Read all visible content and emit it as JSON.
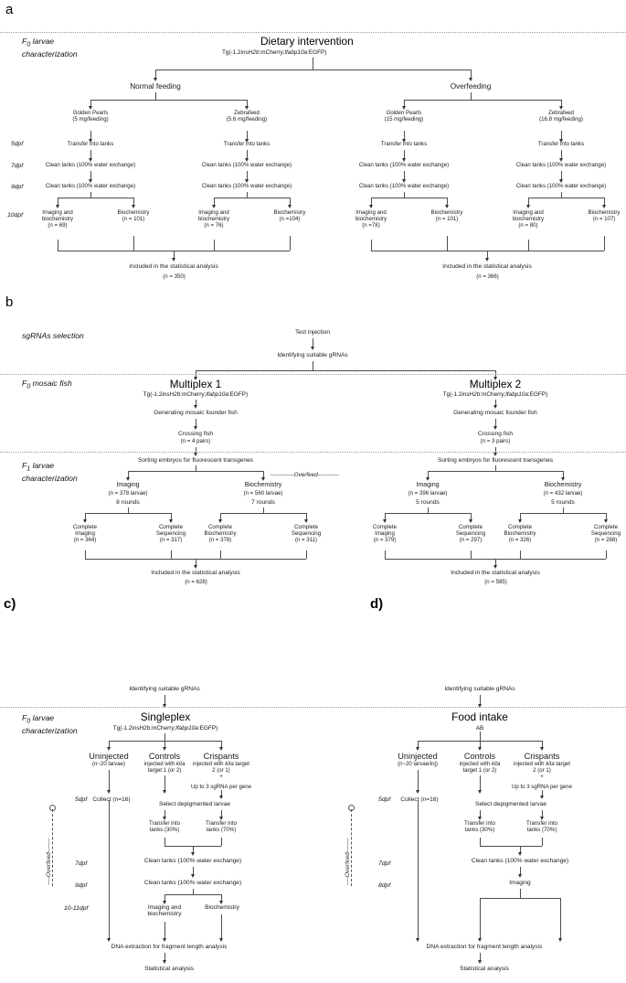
{
  "figure": {
    "panels": [
      "a",
      "b",
      "c)",
      "d)"
    ],
    "transgene": "Tg(-1.2insH2b:mCherry;lfabp10a:EGFP)",
    "transgene_singleplex": "Tg(-1.2insH2b:mCherry;lfabp10a:EGFP)"
  },
  "panel_a": {
    "letter": "a",
    "stage_label_line1": "F0 larvae",
    "stage_label_line2": "characterization",
    "root_title": "Dietary intervention",
    "root_sub": "Tg(-1.2insH2b:mCherry;lfabp10a:EGFP)",
    "branches": [
      {
        "label": "Normal feeding"
      },
      {
        "label": "Overfeeding"
      }
    ],
    "diets": [
      {
        "name": "Golden Pearls",
        "dose": "(5 mg/feeding)"
      },
      {
        "name": "Zebrafeed",
        "dose": "(5.6 mg/feeding)"
      },
      {
        "name": "Golden Pearls",
        "dose": "(15 mg/feeding)"
      },
      {
        "name": "Zebrafeed",
        "dose": "(16.8 mg/feeding)"
      }
    ],
    "dpf_labels": [
      "5dpf",
      "7dpf",
      "9dpf",
      "10dpf"
    ],
    "transfer_step": "Transfer into tanks",
    "clean_step": "Clean tanks (100% water exchange)",
    "endpoints": [
      {
        "line1": "Imaging and",
        "line2": "biochemistry",
        "n": "(n = 69)"
      },
      {
        "line1": "Biochemistry",
        "line2": "",
        "n": "(n = 101)"
      },
      {
        "line1": "Imaging and",
        "line2": "biochemistry",
        "n": "(n = 76)"
      },
      {
        "line1": "Biochemistry",
        "line2": "",
        "n": "(n =104)"
      },
      {
        "line1": "Imaging and",
        "line2": "biochemistry",
        "n": "(n =78)"
      },
      {
        "line1": "Biochemistry",
        "line2": "",
        "n": "(n = 101)"
      },
      {
        "line1": "Imaging and",
        "line2": "biochemistry",
        "n": "(n = 80)"
      },
      {
        "line1": "Biochemistry",
        "line2": "",
        "n": "(n = 107)"
      }
    ],
    "included_label": "Included in the statistical analysis",
    "included_left_n": "(n = 350)",
    "included_right_n": "(n = 366)"
  },
  "panel_b": {
    "letter": "b",
    "stage_label_sgrna": "sgRNAs selection",
    "stage_label_f0_line1": "F0 mosaic fish",
    "stage_label_f1_line1": "F1 larvae",
    "stage_label_f1_line2": "characterization",
    "test_injection": "Test injection",
    "identifying": "Identifying suitable gRNAs",
    "multiplex_left": "Multiplex 1",
    "multiplex_right": "Multiplex 2",
    "multiplex_sub": "Tg(-1.2insH2b:mCherry;lfabp10a:EGFP)",
    "generating": "Generating mosaic founder fish",
    "crossing": "Crossing fish",
    "crossing_left_n": "(n = 4 pairs)",
    "crossing_right_n": "(n = 3 pairs)",
    "sorting": "Sorting embryos for fluorescent transgenes",
    "overfeed_marker": "------------Overfeed-----------",
    "assays": [
      {
        "name": "Imaging",
        "n": "(n = 378 larvae)",
        "rounds": "8 rounds"
      },
      {
        "name": "Biochemistry",
        "n": "(n = 560 larvae)",
        "rounds": "7 rounds"
      },
      {
        "name": "Imaging",
        "n": "(n = 396 larvae)",
        "rounds": "5 rounds"
      },
      {
        "name": "Biochemistry",
        "n": "(n = 432 larvae)",
        "rounds": "5 rounds"
      }
    ],
    "completes": [
      {
        "line1": "Complete",
        "line2": "Imaging",
        "n": "(n = 364)"
      },
      {
        "line1": "Complete",
        "line2": "Sequencing",
        "n": "(n = 317)"
      },
      {
        "line1": "Complete",
        "line2": "Biochemistry",
        "n": "(n = 378)"
      },
      {
        "line1": "Complete",
        "line2": "Sequencing",
        "n": "(n = 311)"
      },
      {
        "line1": "Complete",
        "line2": "Imaging",
        "n": "(n = 379)"
      },
      {
        "line1": "Complete",
        "line2": "Sequencing",
        "n": "(n = 297)"
      },
      {
        "line1": "Complete",
        "line2": "Biochemistry",
        "n": "(n = 326)"
      },
      {
        "line1": "Complete",
        "line2": "Sequencing",
        "n": "(n = 288)"
      }
    ],
    "included_label": "Included in the statistical analysis",
    "included_left_n": "(n = 628)",
    "included_right_n": "(n = 585)"
  },
  "panel_c": {
    "letter": "c)",
    "stage_label_line1": "F0 larvae",
    "stage_label_line2": "characterization",
    "identifying": "Identifying suitable gRNAs",
    "title": "Singleplex",
    "subtitle": "Tg(-1.2insH2b:mCherry;lfabp10a:EGFP)",
    "groups": [
      {
        "name": "Uninjected",
        "l1": "(n~20 larvae)",
        "l2": "",
        "l3": ""
      },
      {
        "name": "Controls",
        "l1": "injected with kita",
        "l2": "target 1 (or 2)",
        "l3": ""
      },
      {
        "name": "Crispants",
        "l1": "injected with kita target",
        "l2": "2 (or 1)",
        "l3": "+"
      }
    ],
    "sgrna_note": "Up to 3 sgRNA per gene",
    "collect": "Collect (n=16)",
    "select": "Select depigmented larvae",
    "transfer30_l1": "Transfer into",
    "transfer30_l2": "tanks (30%)",
    "transfer70_l1": "Transfer into",
    "transfer70_l2": "tanks (70%)",
    "clean_step": "Clean tanks (100% water exchange)",
    "endpoint_left_l1": "Imaging and",
    "endpoint_left_l2": "biochemistry",
    "endpoint_right": "Biochemistry",
    "dna": "DNA extraction for fragment length analysis",
    "stat": "Statistical analysis",
    "overfeed": "Overfeed",
    "dpf_labels": [
      "5dpf",
      "7dpf",
      "9dpf",
      "10-11dpf"
    ]
  },
  "panel_d": {
    "letter": "d)",
    "identifying": "Identifying suitable gRNAs",
    "title": "Food intake",
    "subtitle": "AB",
    "groups": [
      {
        "name": "Uninjected",
        "l1": "(n~20 larvae/inj)",
        "l2": "",
        "l3": ""
      },
      {
        "name": "Controls",
        "l1": "injected with kita",
        "l2": "target 1 (or 2)",
        "l3": ""
      },
      {
        "name": "Crispants",
        "l1": "injected with kita target",
        "l2": "2 (or 1)",
        "l3": "+"
      }
    ],
    "sgrna_note": "Up to 3 sgRNA per gene",
    "collect": "Collect (n=16)",
    "select": "Select depigmented larvae",
    "transfer30_l1": "Transfer into",
    "transfer30_l2": "tanks (30%)",
    "transfer70_l1": "Transfer into",
    "transfer70_l2": "tanks (70%)",
    "clean_step": "Clean tanks (100% water exchange)",
    "imaging": "Imaging",
    "dna": "DNA extraction for fragment length analysis",
    "stat": "Statistical analysis",
    "overfeed": "Overfeed",
    "dpf_labels": [
      "5dpf",
      "7dpf",
      "8dpf"
    ]
  }
}
